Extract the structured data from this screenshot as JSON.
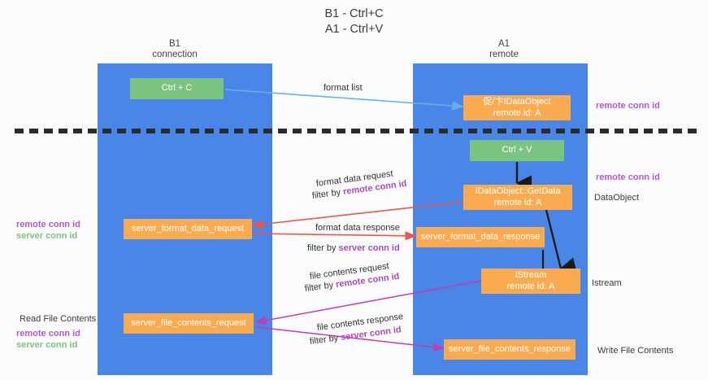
{
  "title": {
    "line1": "B1 - Ctrl+C",
    "line2": "A1 - Ctrl+V"
  },
  "colors": {
    "lane": "#4a86e8",
    "green_node": "#7bc47f",
    "orange_node": "#fbab4f",
    "purple_text": "#b05bd0",
    "green_text": "#7bc47f",
    "red_arrow": "#e8584f",
    "magenta_arrow": "#c839b5",
    "blue_arrow": "#6aaee8",
    "black_arrow": "#1a1a1a",
    "divider": "#2b2b2b"
  },
  "lanes": [
    {
      "id": "b1",
      "head_line1": "B1",
      "head_line2": "connection"
    },
    {
      "id": "a1",
      "head_line1": "A1",
      "head_line2": "remote"
    }
  ],
  "nodes": [
    {
      "id": "ctrl-c",
      "kind": "green",
      "line1": "Ctrl + C",
      "line2": ""
    },
    {
      "id": "remote-idataobject",
      "kind": "orange",
      "line1": "促/卞IDataObject",
      "line2": "remote id: A"
    },
    {
      "id": "ctrl-v",
      "kind": "green",
      "line1": "Ctrl + V",
      "line2": ""
    },
    {
      "id": "getdata",
      "kind": "orange",
      "line1": "IDataObject::GetData",
      "line2": "remote id: A"
    },
    {
      "id": "server-format-data-request",
      "kind": "orange",
      "line1": "server_format_data_request",
      "line2": ""
    },
    {
      "id": "server-format-data-response",
      "kind": "orange",
      "line1": "server_format_data_response",
      "line2": ""
    },
    {
      "id": "istream",
      "kind": "orange",
      "line1": "IStream",
      "line2": "remote id: A"
    },
    {
      "id": "server-file-contents-request",
      "kind": "orange",
      "line1": "server_file_contents_request",
      "line2": ""
    },
    {
      "id": "server-file-contents-response",
      "kind": "orange",
      "line1": "server_file_contents_response",
      "line2": ""
    }
  ],
  "edge_labels": [
    {
      "id": "format-list",
      "main": "format list",
      "filter_prefix": "",
      "filter_value": ""
    },
    {
      "id": "format-data-request",
      "main": "format data request",
      "filter_prefix": "filter by ",
      "filter_value": "remote conn id"
    },
    {
      "id": "format-data-response",
      "main": "format data response",
      "filter_prefix": "filter by ",
      "filter_value": "server conn id"
    },
    {
      "id": "file-contents-request",
      "main": "file contents request",
      "filter_prefix": "filter by ",
      "filter_value": "remote conn id"
    },
    {
      "id": "file-contents-response",
      "main": "file contents response",
      "filter_prefix": "filter by ",
      "filter_value": "server conn id"
    }
  ],
  "side_notes": {
    "right_top_remote": "remote conn id",
    "right_mid_remote": "remote conn id",
    "right_dataobject": "DataObject",
    "right_istream": "Istream",
    "right_write_file_contents": "Write File Contents",
    "left_mid_remote": "remote conn id",
    "left_mid_server": "server conn id",
    "left_read_file_contents": "Read File Contents",
    "left_bottom_remote": "remote conn id",
    "left_bottom_server": "server conn id"
  }
}
